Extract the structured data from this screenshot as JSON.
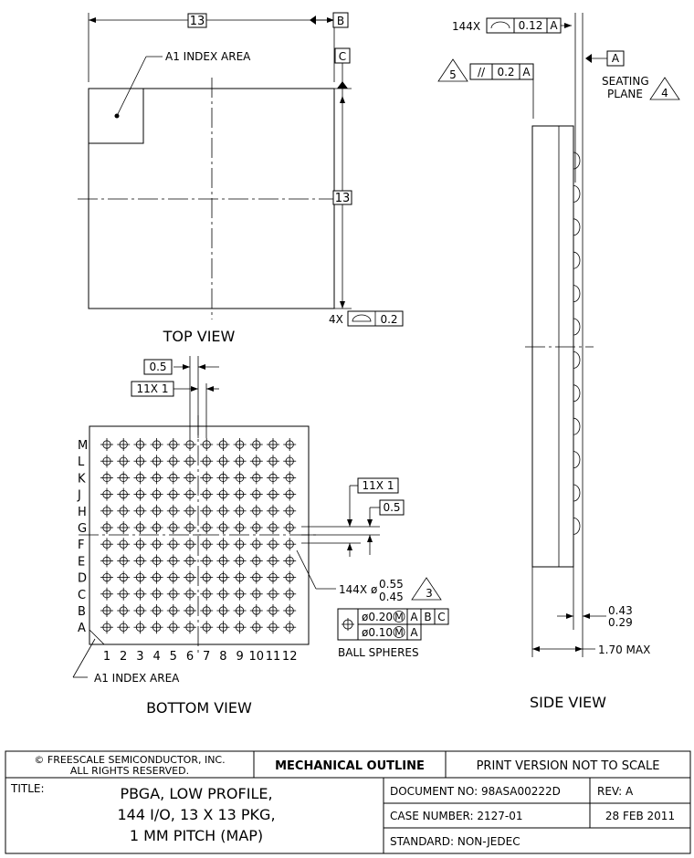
{
  "top_view": {
    "width_dim": "13",
    "height_dim": "13",
    "datum_b": "B",
    "datum_c": "C",
    "a1_index_area": "A1 INDEX AREA",
    "flatness_count": "4X",
    "flatness_value": "0.2",
    "view_label": "TOP VIEW"
  },
  "bottom_view": {
    "pitch_value": "0.5",
    "pitch_count_top": "11X 1",
    "pitch_count_right": "11X 1",
    "pitch_value_right": "0.5",
    "row_labels": [
      "M",
      "L",
      "K",
      "J",
      "H",
      "G",
      "F",
      "E",
      "D",
      "C",
      "B",
      "A"
    ],
    "column_labels": [
      "1",
      "2",
      "3",
      "4",
      "5",
      "6",
      "7",
      "8",
      "9",
      "10",
      "11",
      "12"
    ],
    "ball_count": "144X",
    "ball_dia_symbol": "ø",
    "ball_dia_max": "0.55",
    "ball_dia_min": "0.45",
    "ball_note_number": "3",
    "position_tol_1": "ø0.20",
    "position_tol_2": "ø0.10",
    "mmc_symbol": "M",
    "datum_a": "A",
    "datum_b": "B",
    "datum_c": "C",
    "ball_spheres": "BALL SPHERES",
    "a1_index_area": "A1 INDEX AREA",
    "view_label": "BOTTOM VIEW"
  },
  "side_view": {
    "profile_count": "144X",
    "profile_value": "0.12",
    "profile_datum": "A",
    "parallel_note": "5",
    "parallel_symbol": "//",
    "parallel_value": "0.2",
    "parallel_datum": "A",
    "datum_a": "A",
    "seating_plane_1": "SEATING",
    "seating_plane_2": "PLANE",
    "seating_note": "4",
    "standoff_max": "0.43",
    "standoff_min": "0.29",
    "height_max": "1.70 MAX",
    "view_label": "SIDE VIEW"
  },
  "title_block": {
    "copyright_1": "© FREESCALE SEMICONDUCTOR, INC.",
    "copyright_2": "ALL RIGHTS RESERVED.",
    "outline_label": "MECHANICAL OUTLINE",
    "print_version": "PRINT VERSION NOT TO SCALE",
    "title_label": "TITLE:",
    "title_line_1": "PBGA, LOW PROFILE,",
    "title_line_2": "144 I/O, 13 X 13 PKG,",
    "title_line_3": "1 MM PITCH (MAP)",
    "document_no": "DOCUMENT NO: 98ASA00222D",
    "revision": "REV: A",
    "case_number": "CASE NUMBER: 2127-01",
    "date": "28 FEB 2011",
    "standard": "STANDARD: NON-JEDEC"
  }
}
